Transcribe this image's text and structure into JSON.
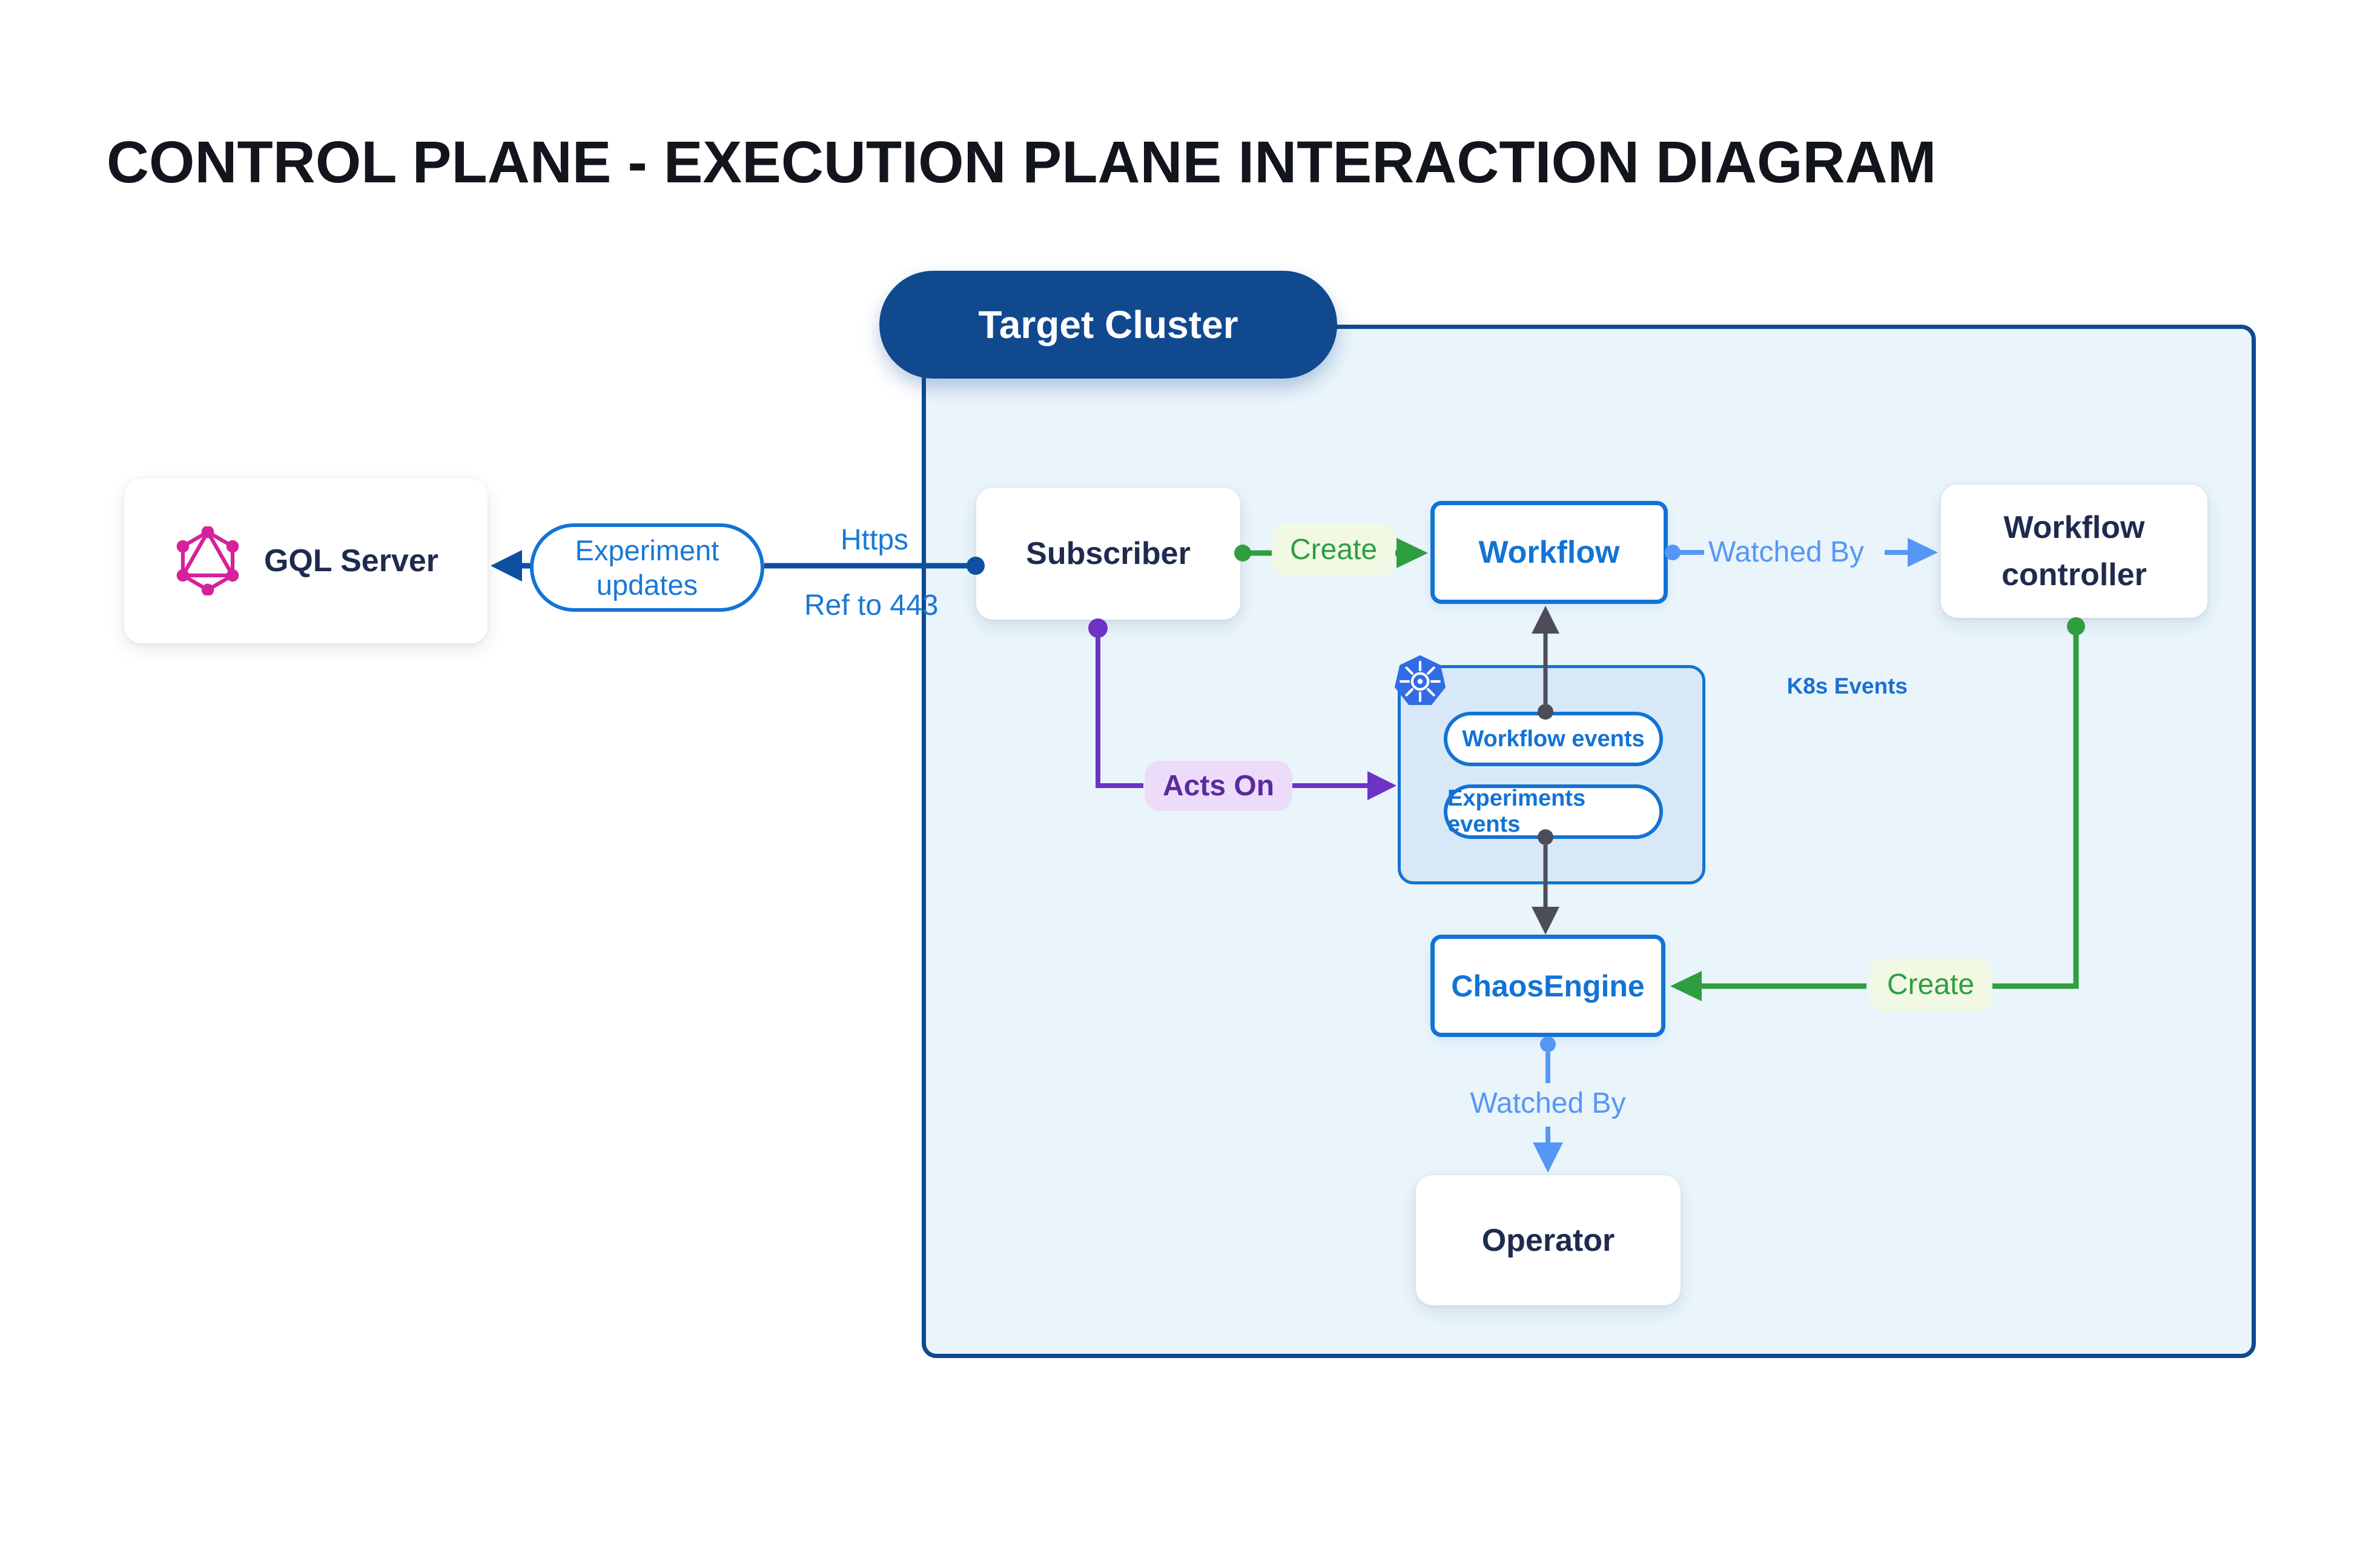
{
  "title": "CONTROL PLANE - EXECUTION PLANE INTERACTION DIAGRAM",
  "cluster": {
    "label": "Target Cluster"
  },
  "nodes": {
    "gql_server": {
      "label": "GQL Server"
    },
    "subscriber": {
      "label": "Subscriber"
    },
    "workflow": {
      "label": "Workflow"
    },
    "workflow_controller": {
      "label": "Workflow controller"
    },
    "chaos_engine": {
      "label": "ChaosEngine"
    },
    "operator": {
      "label": "Operator"
    }
  },
  "k8s_group": {
    "label": "K8s Events",
    "pills": [
      {
        "label": "Workflow events"
      },
      {
        "label": "Experiments events"
      }
    ]
  },
  "edges": {
    "experiment_updates": {
      "label": "Experiment updates"
    },
    "https": {
      "label": "Https"
    },
    "ref_443": {
      "label": "Ref to 443"
    },
    "create_workflow": {
      "label": "Create"
    },
    "watched_by_top": {
      "label": "Watched By"
    },
    "acts_on": {
      "label": "Acts On"
    },
    "create_chaosengine": {
      "label": "Create"
    },
    "watched_by_bottom": {
      "label": "Watched By"
    }
  },
  "colors": {
    "title_text": "#13151d",
    "navy_text": "#1e2b4e",
    "dark_blue_line": "#0d4fa0",
    "cluster_border": "#11498f",
    "cluster_fill": "#e9f4fb",
    "bright_blue": "#1273d4",
    "light_blue": "#5697f5",
    "green": "#2f9e41",
    "green_label_bg": "#f1f8e4",
    "purple_line": "#6c33c5",
    "purple_text": "#5a2b9d",
    "purple_label_bg": "#ecdcfa",
    "gray_line": "#4d4d5a",
    "graphql_pink": "#d6219c",
    "k8s_blue": "#326ce5",
    "k8s_group_fill": "#d9e8f8"
  }
}
